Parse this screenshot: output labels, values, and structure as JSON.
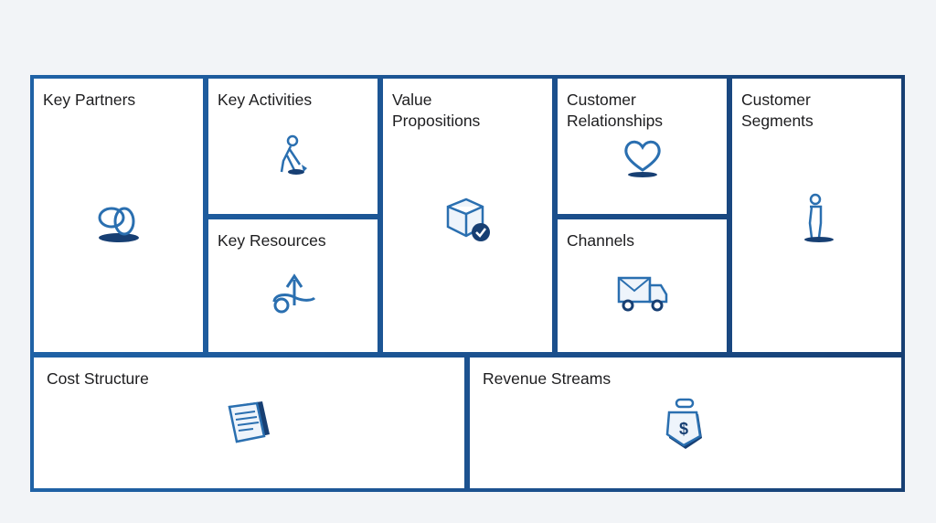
{
  "canvas": {
    "accent": "#1f62a6",
    "blocks": {
      "key_partners": {
        "title": "Key Partners",
        "icon": "chain-link-icon"
      },
      "key_activities": {
        "title": "Key Activities",
        "icon": "person-shoveling-icon"
      },
      "key_resources": {
        "title": "Key Resources",
        "icon": "upload-arrow-icon"
      },
      "value_propositions": {
        "title": "Value\nPropositions",
        "icon": "box-check-icon"
      },
      "customer_relationships": {
        "title": "Customer\nRelationships",
        "icon": "heart-icon"
      },
      "channels": {
        "title": "Channels",
        "icon": "delivery-truck-icon"
      },
      "customer_segments": {
        "title": "Customer\nSegments",
        "icon": "person-icon"
      },
      "cost_structure": {
        "title": "Cost Structure",
        "icon": "documents-icon"
      },
      "revenue_streams": {
        "title": "Revenue Streams",
        "icon": "money-bag-icon"
      }
    }
  }
}
